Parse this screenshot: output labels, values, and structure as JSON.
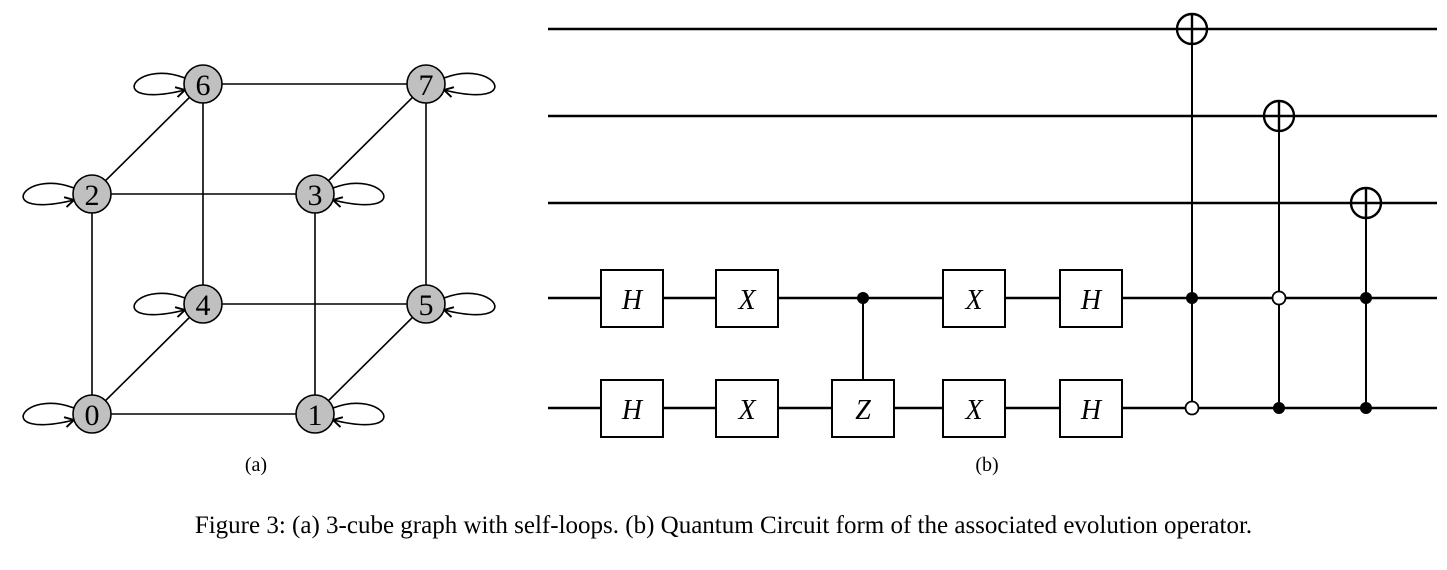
{
  "panel_a": {
    "caption": "(a)",
    "nodes": [
      "0",
      "1",
      "2",
      "3",
      "4",
      "5",
      "6",
      "7"
    ]
  },
  "panel_b": {
    "caption": "(b)",
    "gates": {
      "h": "H",
      "x": "X",
      "z": "Z"
    }
  },
  "figure_caption": "Figure 3: (a) 3-cube graph with self-loops. (b) Quantum Circuit form of the associated evolution operator.",
  "colors": {
    "node_fill": "#c0c0c0",
    "stroke": "#000000"
  }
}
